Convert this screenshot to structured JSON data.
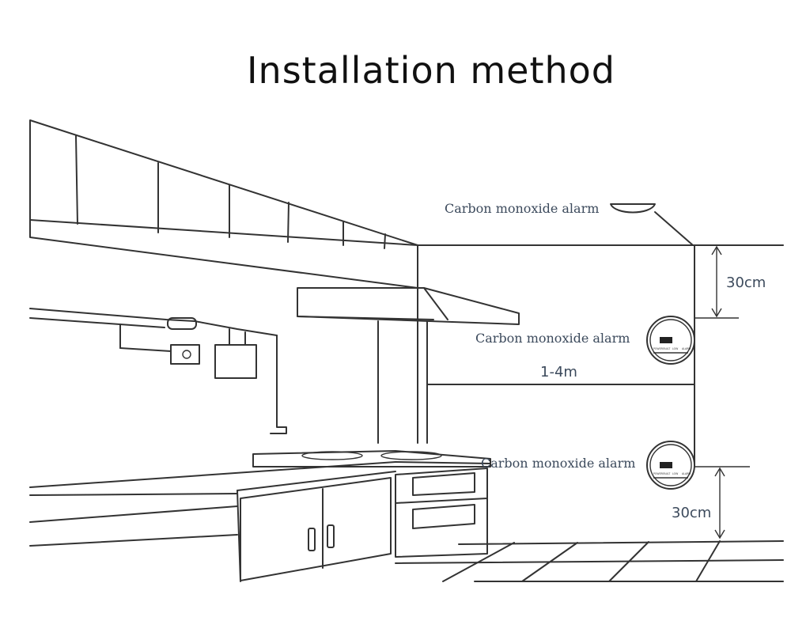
{
  "title": "Installation method",
  "labels": {
    "ceiling_alarm": "Carbon monoxide alarm",
    "middle_alarm": "Carbon monoxide alarm",
    "bottom_alarm": "Carbon monoxide alarm"
  },
  "dimensions": {
    "top_gap": "30cm",
    "width_range": "1-4m",
    "bottom_gap": "30cm"
  },
  "device_panel": {
    "indicators": [
      "POWER",
      "FAULT",
      "LOW",
      "ALARM"
    ]
  },
  "colors": {
    "line": "#333333",
    "label_text": "#3c4a5c",
    "title_text": "#111111"
  }
}
